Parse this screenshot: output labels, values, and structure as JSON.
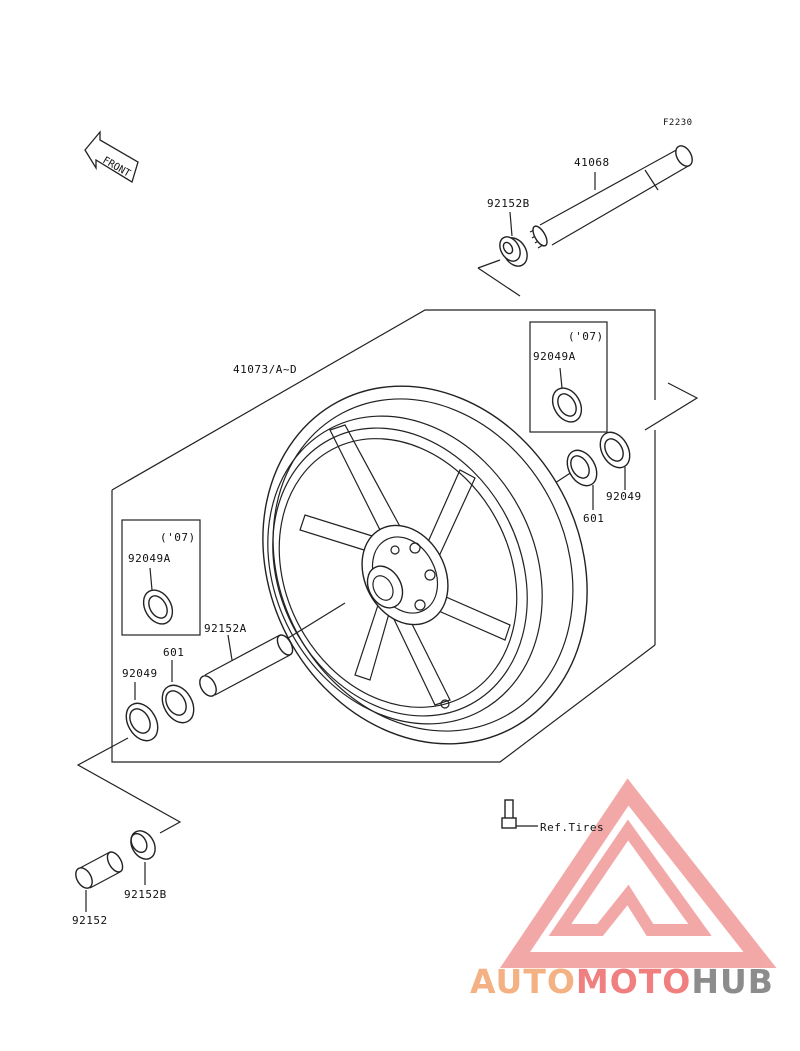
{
  "diagram_code": "F2230",
  "labels": {
    "axle": "41068",
    "collar_top": "92152B",
    "wheel": "41073/A~D",
    "seal_07_right": "92049A",
    "note_07_right": "('07)",
    "bearing_right": "601",
    "seal_right": "92049",
    "seal_07_left": "92049A",
    "note_07_left": "('07)",
    "spacer_mid": "92152A",
    "bearing_left": "601",
    "seal_left": "92049",
    "collar_bottom": "92152B",
    "spacer_bottom": "92152",
    "ref_tires": "Ref.Tires"
  },
  "front_marker": "FRONT",
  "watermark": {
    "part1": "AUTO",
    "part2": "MOTO",
    "part3": "HUB",
    "color1": "#f4b183",
    "color2": "#f08080",
    "color3": "#8c8c8c"
  }
}
